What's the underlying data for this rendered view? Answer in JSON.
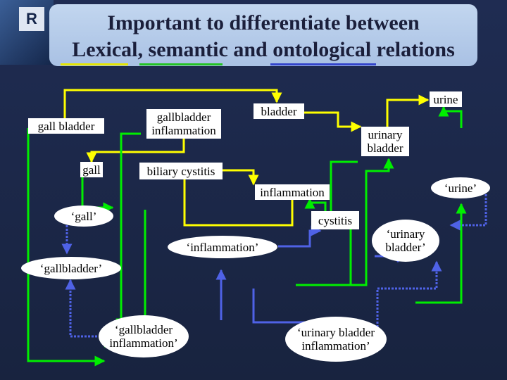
{
  "title": {
    "line1": "Important to differentiate between",
    "line2": "Lexical, semantic and ontological relations"
  },
  "logo": {
    "letter": "R"
  },
  "colors": {
    "lexical": "#ffff00",
    "semantic": "#00ee00",
    "ontological": "#3344cc",
    "background": "#1d2a4e",
    "title_box": "#b7cce9"
  },
  "nodes": {
    "gall_bladder": "gall bladder",
    "gall": "gall",
    "gallbladder_inflammation": "gallbladder inflammation",
    "biliary_cystitis": "biliary cystitis",
    "bladder": "bladder",
    "urine": "urine",
    "urinary_bladder": "urinary bladder",
    "inflammation": "inflammation",
    "cystitis": "cystitis"
  },
  "concepts": {
    "gall": "‘gall’",
    "inflammation": "‘inflammation’",
    "gallbladder": "‘gallbladder’",
    "gallbladder_inflammation": "‘gallbladder inflammation’",
    "urinary_bladder_inflammation": "‘urinary bladder inflammation’",
    "urine": "‘urine’",
    "urinary_bladder": "‘urinary bladder’"
  }
}
